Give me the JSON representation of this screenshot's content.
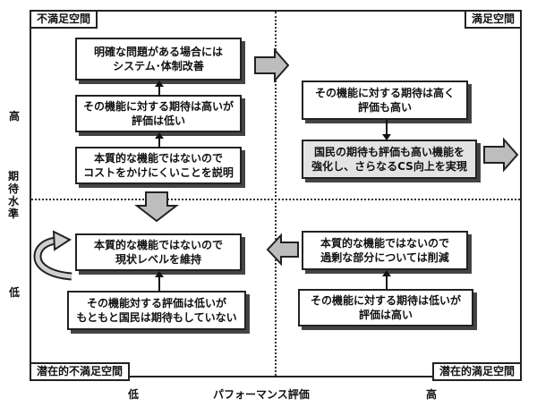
{
  "quadrants": {
    "top_left": "不満足空間",
    "top_right": "満足空間",
    "bottom_left": "潜在的不満足空間",
    "bottom_right": "潜在的満足空間"
  },
  "boxes": {
    "tl1": [
      "明確な問題がある場合には",
      "システム･体制改善"
    ],
    "tl2": [
      "その機能に対する期待は高いが",
      "評価は低い"
    ],
    "tl3": [
      "本質的な機能ではないので",
      "コストをかけにくいことを説明"
    ],
    "tr1": [
      "その機能に対する期待は高く",
      "評価も高い"
    ],
    "tr2": [
      "国民の期待も評価も高い機能を",
      "強化し、さらなるCS向上を実現"
    ],
    "bl1": [
      "本質的な機能ではないので",
      "現状レベルを維持"
    ],
    "bl2": [
      "その機能対する評価は低いが",
      "もともと国民は期待もしていない"
    ],
    "br1": [
      "本質的な機能ではないので",
      "過剰な部分については削減"
    ],
    "br2": [
      "その機能に対する期待は低いが",
      "評価は高い"
    ]
  },
  "axes": {
    "y_high": "高",
    "y_title": "期待水準",
    "y_low": "低",
    "x_low": "低",
    "x_title": "パフォーマンス評価",
    "x_high": "高"
  }
}
